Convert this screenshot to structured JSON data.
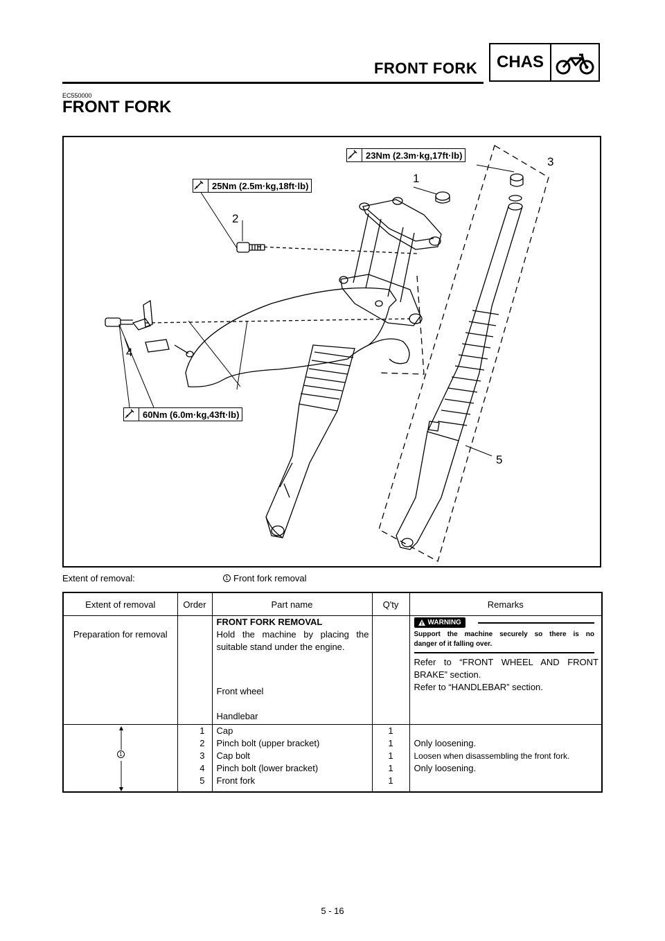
{
  "header": {
    "section_title": "FRONT FORK",
    "chapter_label": "CHAS",
    "chapter_icon": "motorcycle-icon"
  },
  "doc_code": "EC550000",
  "page_title": "FRONT FORK",
  "diagram": {
    "torque_specs": [
      {
        "value": "23Nm (2.3m·kg,17ft·lb)"
      },
      {
        "value": "25Nm (2.5m·kg,18ft·lb)"
      },
      {
        "value": "60Nm (6.0m·kg,43ft·lb)"
      }
    ],
    "callouts": [
      "1",
      "2",
      "3",
      "4",
      "5"
    ]
  },
  "extent": {
    "label": "Extent of removal:",
    "marker": "1",
    "value": "Front fork removal"
  },
  "table": {
    "headers": [
      "Extent of removal",
      "Order",
      "Part name",
      "Q'ty",
      "Remarks"
    ],
    "prep": {
      "extent": "Preparation for removal",
      "heading": "FRONT FORK REMOVAL",
      "desc_line1": "Hold the machine by placing the",
      "desc_line2": "suitable stand under the engine.",
      "warning_label": "WARNING",
      "warning_line1": "Support the machine securely so there is no",
      "warning_line2": "danger of it falling over.",
      "front_wheel": "Front wheel",
      "front_wheel_remark1": "Refer to “FRONT WHEEL AND FRONT",
      "front_wheel_remark2": "BRAKE” section.",
      "handlebar": "Handlebar",
      "handlebar_remark": "Refer to “HANDLEBAR” section."
    },
    "group_marker": "1",
    "rows": [
      {
        "order": "1",
        "part": "Cap",
        "qty": "1",
        "remark": ""
      },
      {
        "order": "2",
        "part": "Pinch bolt (upper bracket)",
        "qty": "1",
        "remark": "Only loosening."
      },
      {
        "order": "3",
        "part": "Cap bolt",
        "qty": "1",
        "remark": "Loosen when disassembling the front fork."
      },
      {
        "order": "4",
        "part": "Pinch bolt (lower bracket)",
        "qty": "1",
        "remark": "Only loosening."
      },
      {
        "order": "5",
        "part": "Front fork",
        "qty": "1",
        "remark": ""
      }
    ]
  },
  "page_number": "5 - 16"
}
